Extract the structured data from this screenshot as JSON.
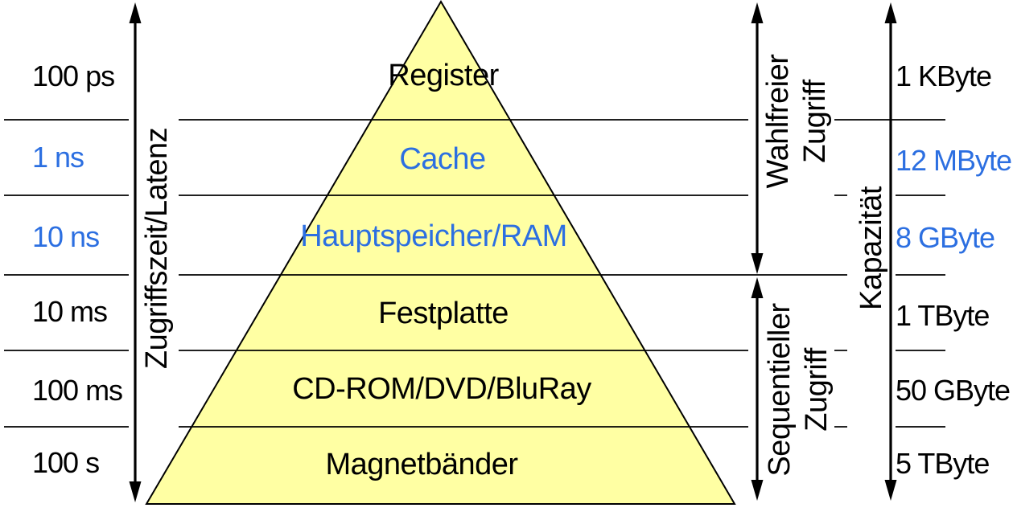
{
  "colors": {
    "pyramid_fill": "#FFFFA3",
    "emphasis_blue": "#2C6FE1",
    "line_black": "#000000"
  },
  "axis_labels": {
    "latency": "Zugriffszeit/Latenz",
    "random_access": {
      "line1": "Wahlfreier",
      "line2": "Zugriff"
    },
    "sequential_access": {
      "line1": "Sequentieller",
      "line2": "Zugriff"
    },
    "capacity": "Kapazität"
  },
  "levels": [
    {
      "name": "Register",
      "access_time": "100 ps",
      "capacity": "1 KByte",
      "emphasis": false
    },
    {
      "name": "Cache",
      "access_time": "1 ns",
      "capacity": "12 MByte",
      "emphasis": true
    },
    {
      "name": "Hauptspeicher/RAM",
      "access_time": "10 ns",
      "capacity": "8 GByte",
      "emphasis": true
    },
    {
      "name": "Festplatte",
      "access_time": "10 ms",
      "capacity": "1 TByte",
      "emphasis": false
    },
    {
      "name": "CD-ROM/DVD/BluRay",
      "access_time": "100 ms",
      "capacity": "50 GByte",
      "emphasis": false
    },
    {
      "name": "Magnetbänder",
      "access_time": "100 s",
      "capacity": "5 TByte",
      "emphasis": false
    }
  ]
}
